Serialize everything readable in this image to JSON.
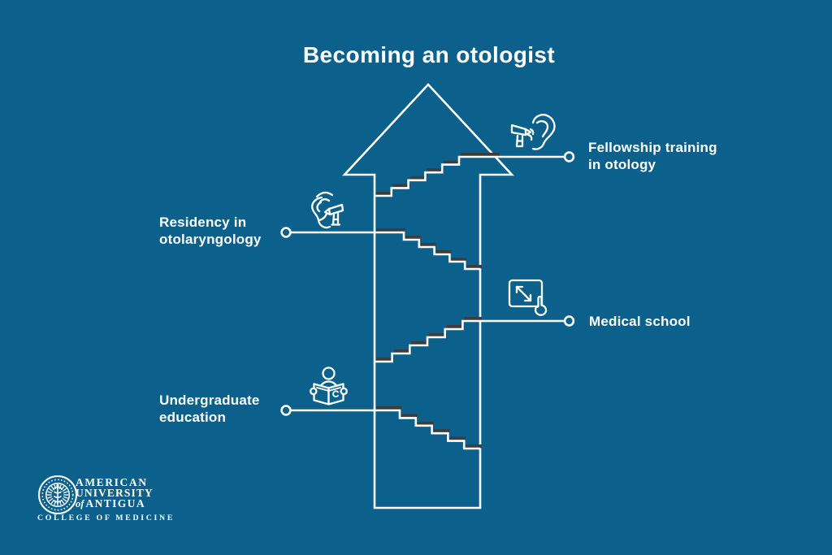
{
  "title": "Becoming an otologist",
  "colors": {
    "background": "#0b618c",
    "line": "#ffffff",
    "stair_shadow": "#3b3d3e"
  },
  "steps": [
    {
      "id": "undergraduate-education",
      "label": "Undergraduate\neducation",
      "icon": "reading-person-icon",
      "side": "left"
    },
    {
      "id": "medical-school",
      "label": "Medical school",
      "icon": "interactive-screen-icon",
      "side": "right"
    },
    {
      "id": "residency-otolaryngology",
      "label": "Residency in\notolaryngology",
      "icon": "ear-exam-icon",
      "side": "left"
    },
    {
      "id": "fellowship-otology",
      "label": "Fellowship training\nin otology",
      "icon": "ear-otoscope-icon",
      "side": "right"
    }
  ],
  "logo": {
    "name1": "AMERICAN",
    "name2": "UNIVERSITY",
    "of": "of",
    "name3": "ANTIGUA",
    "subtitle": "COLLEGE OF MEDICINE"
  }
}
